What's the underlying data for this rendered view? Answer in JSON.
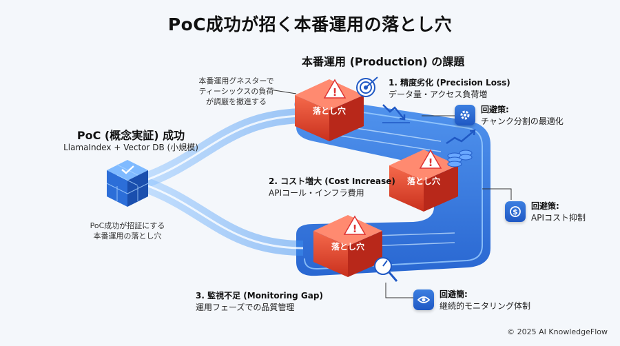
{
  "title": "PoC成功が招く本番運用の落とし穴",
  "poc": {
    "title": "PoC (概念実証) 成功",
    "subtitle": "LlamaIndex + Vector DB (小規模)",
    "note_lines": [
      "PoC成功が招証にする",
      "本番運用の落とし穴"
    ]
  },
  "top_note_lines": [
    "本番運用グネスターで",
    "ティーシックスの負荷",
    "が調厳を撤進する"
  ],
  "production": {
    "title": "本番運用 (Production) の課題"
  },
  "pitfall_label": "落とし穴",
  "issues": [
    {
      "title": "1. 精度劣化 (Precision Loss)",
      "desc": "データ量・アクセス負荷増"
    },
    {
      "title": "2. コスト増大 (Cost Increase)",
      "desc": "APIコール・インフラ費用"
    },
    {
      "title": "3. 監視不足 (Monitoring Gap)",
      "desc": "運用フェーズでの品質管理"
    }
  ],
  "solutions": [
    {
      "heading": "回避策:",
      "text": "チャンク分割の最適化",
      "icon": "gear-icon"
    },
    {
      "heading": "回避策:",
      "text": "APIコスト抑制",
      "icon": "dollar-icon"
    },
    {
      "heading": "回避簡:",
      "text": "継続的モニタリング体制",
      "icon": "eye-icon"
    }
  ],
  "footer": "© 2025 AI KnowledgeFlow",
  "colors": {
    "accent": "#2f7be6",
    "danger": "#e8452f",
    "background": "#f4f7fb"
  }
}
